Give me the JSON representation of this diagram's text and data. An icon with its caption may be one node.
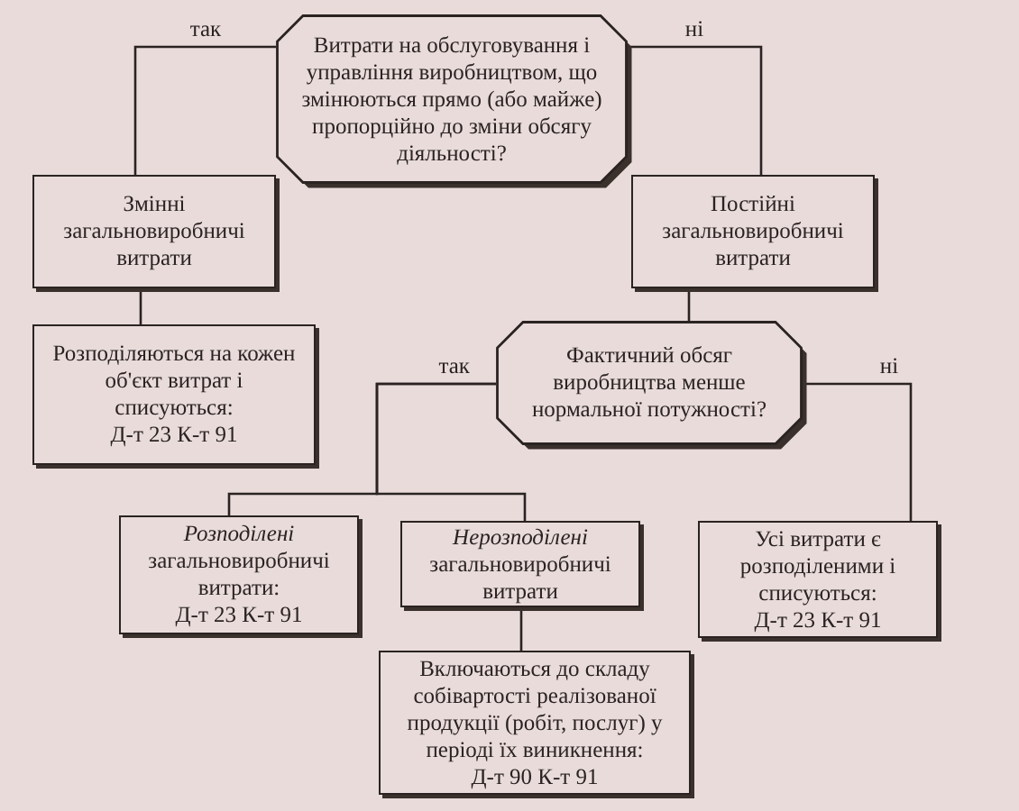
{
  "diagram": {
    "nodes": [
      {
        "text": [
          "Витрати на обслуговування і управління виробництвом, що змінюються прямо (або майже) пропорційно до зміни обсягу діяльності?"
        ]
      },
      {
        "text": [
          "Змінні загальновиробничі витрати"
        ]
      },
      {
        "text": [
          "Постійні загальновиробничі витрати"
        ]
      },
      {
        "text": [
          "Розподіляються на кожен об'єкт витрат і списуються:",
          "Д-т 23 К-т 91"
        ]
      },
      {
        "text": [
          "Фактичний обсяг виробництва менше нормальної потужності?"
        ]
      },
      {
        "text": [
          "*Розподілені* загальновиробничі витрати:",
          "Д-т 23 К-т 91"
        ]
      },
      {
        "text": [
          "*Нерозподілені* загальновиробничі витрати"
        ]
      },
      {
        "text": [
          "Усі витрати є розподіленими і списуються:",
          "Д-т 23 К-т 91"
        ]
      },
      {
        "text": [
          "Включаються до складу собівартості реалізованої продукції (робіт, послуг) у періоді їх виникнення:",
          "Д-т 90 К-т 91"
        ]
      }
    ],
    "edges": [
      {
        "from": 0,
        "to": 1,
        "arrow": "none",
        "label": "так"
      },
      {
        "from": 0,
        "to": 2,
        "arrow": "none",
        "label": "ні"
      },
      {
        "from": 1,
        "to": 3,
        "arrow": "none"
      },
      {
        "from": 2,
        "to": 4,
        "arrow": "none"
      },
      {
        "from": 4,
        "to": 5,
        "arrow": "none",
        "label": "так"
      },
      {
        "from": 4,
        "to": 6,
        "arrow": "none"
      },
      {
        "from": 4,
        "to": 7,
        "arrow": "none",
        "label": "ні"
      },
      {
        "from": 6,
        "to": 8,
        "arrow": "none"
      }
    ]
  }
}
